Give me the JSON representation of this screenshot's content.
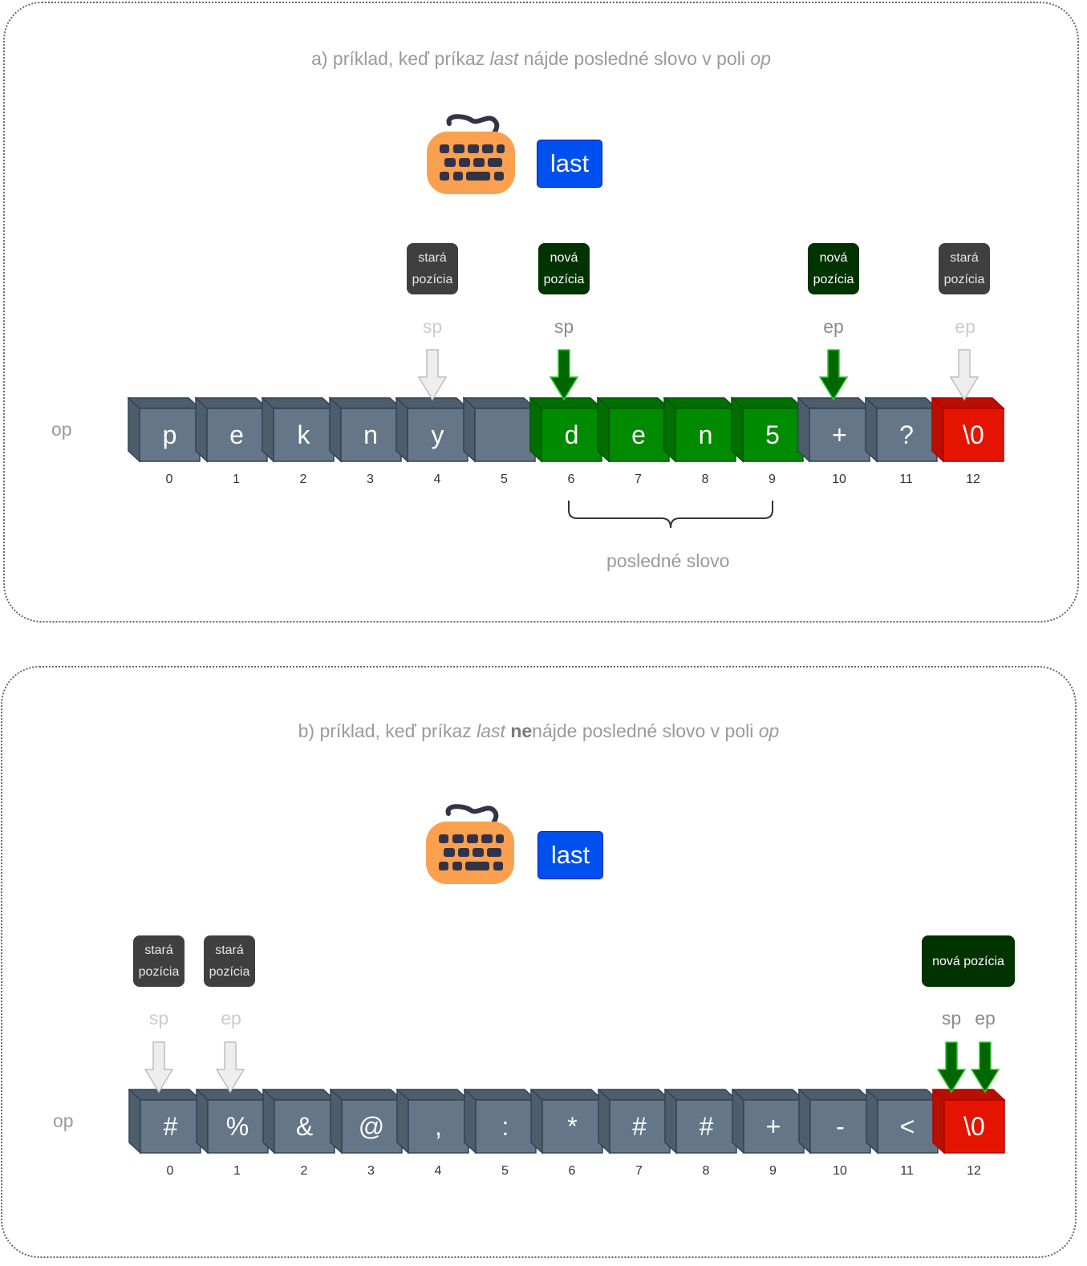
{
  "panel_a": {
    "title_pre": "a) príklad, keď príkaz ",
    "title_cmd": "last",
    "title_mid": " nájde posledné slovo v poli ",
    "title_arr": "op",
    "command": "last",
    "array_label": "op",
    "cells": [
      "p",
      "e",
      "k",
      "n",
      "y",
      "",
      "d",
      "e",
      "n",
      "5",
      "+",
      "?",
      "\\0"
    ],
    "cell_kinds": [
      "gray",
      "gray",
      "gray",
      "gray",
      "gray",
      "gray",
      "green",
      "green",
      "green",
      "green",
      "gray",
      "gray",
      "red"
    ],
    "indices": [
      "0",
      "1",
      "2",
      "3",
      "4",
      "5",
      "6",
      "7",
      "8",
      "9",
      "10",
      "11",
      "12"
    ],
    "markers": {
      "old_sp": {
        "box": "stará\npozícia",
        "ptr": "sp",
        "index": 4
      },
      "new_sp": {
        "box": "nová\npozícia",
        "ptr": "sp",
        "index": 6
      },
      "new_ep": {
        "box": "nová\npozícia",
        "ptr": "ep",
        "index": 10
      },
      "old_ep": {
        "box": "stará\npozícia",
        "ptr": "ep",
        "index": 12
      }
    },
    "brace_label": "posledné slovo",
    "brace_range": [
      6,
      9
    ]
  },
  "panel_b": {
    "title_pre": "b) príklad, keď príkaz ",
    "title_cmd": "last",
    "title_bold": "ne",
    "title_mid": "nájde posledné slovo v poli ",
    "title_arr": "op",
    "command": "last",
    "array_label": "op",
    "cells": [
      "#",
      "%",
      "&",
      "@",
      ",",
      ":",
      "*",
      "#",
      "#",
      "+",
      "-",
      "<",
      "\\0"
    ],
    "cell_kinds": [
      "gray",
      "gray",
      "gray",
      "gray",
      "gray",
      "gray",
      "gray",
      "gray",
      "gray",
      "gray",
      "gray",
      "gray",
      "red"
    ],
    "indices": [
      "0",
      "1",
      "2",
      "3",
      "4",
      "5",
      "6",
      "7",
      "8",
      "9",
      "10",
      "11",
      "12"
    ],
    "markers": {
      "old_sp": {
        "box": "stará\npozícia",
        "ptr": "sp",
        "index": 0
      },
      "old_ep": {
        "box": "stará\npozícia",
        "ptr": "ep",
        "index": 1
      },
      "new": {
        "box": "nová pozícia",
        "ptr_sp": "sp",
        "ptr_ep": "ep",
        "index": 12
      }
    }
  },
  "colors": {
    "gray_front": "#647687",
    "gray_side": "#4e5d6c",
    "gray_stroke": "#314354",
    "green_front": "#008a00",
    "green_side": "#006e00",
    "green_stroke": "#005700",
    "red_front": "#e51400",
    "red_side": "#b81000",
    "red_stroke": "#b20000",
    "command_blue": "#0050ef",
    "keyboard_orange": "#fba04e",
    "keyboard_dark": "#333348"
  }
}
